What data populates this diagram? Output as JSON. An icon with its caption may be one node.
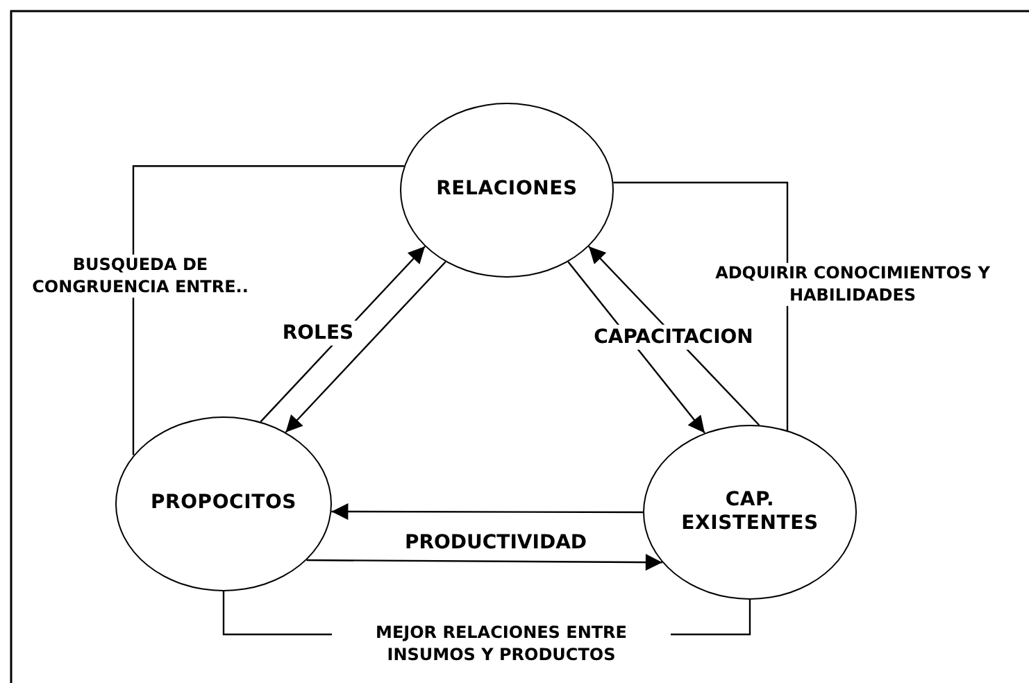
{
  "diagram": {
    "nodes": [
      {
        "text": [
          "RELACIONES"
        ]
      },
      {
        "text": [
          "PROPOCITOS"
        ]
      },
      {
        "text": [
          "CAP. EXISTENTES"
        ]
      }
    ],
    "edges": [
      {
        "from": 1,
        "to": 0,
        "arrow": "to"
      },
      {
        "from": 0,
        "to": 1,
        "arrow": "to",
        "label": "ROLES"
      },
      {
        "from": 0,
        "to": 2,
        "arrow": "to",
        "label": "CAPACITACION"
      },
      {
        "from": 2,
        "to": 0,
        "arrow": "to"
      },
      {
        "from": 2,
        "to": 1,
        "arrow": "to"
      },
      {
        "from": 1,
        "to": 2,
        "arrow": "to",
        "label": "PRODUCTIVIDAD"
      },
      {
        "from": 0,
        "to": 1,
        "arrow": "none",
        "label": "BUSQUEDA DE CONGRUENCIA ENTRE.."
      },
      {
        "from": 0,
        "to": 2,
        "arrow": "none",
        "label": "ADQUIRIR CONOCIMIENTOS Y HABILIDADES"
      },
      {
        "from": 1,
        "to": 2,
        "arrow": "none",
        "label": "MEJOR RELACIONES ENTRE INSUMOS Y PRODUCTOS"
      }
    ]
  }
}
